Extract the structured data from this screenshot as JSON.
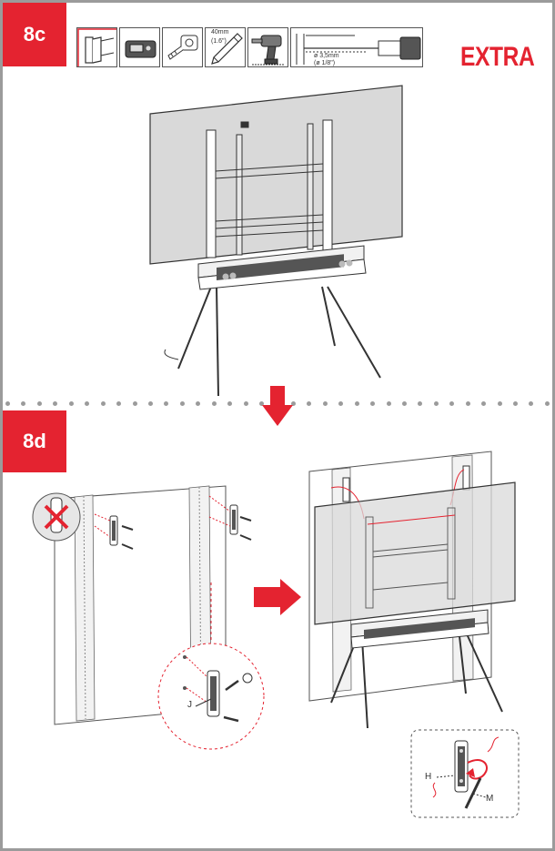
{
  "steps": {
    "top": "8c",
    "bottom": "8d"
  },
  "extra_label": "EXTRA",
  "tools": [
    {
      "icon": "wall-level-icon"
    },
    {
      "icon": "stud-finder-icon"
    },
    {
      "icon": "tape-measure-icon"
    },
    {
      "icon": "pencil-icon"
    },
    {
      "icon": "power-drill-icon"
    },
    {
      "icon": "drill-bit-spec-icon"
    }
  ],
  "drill_spec": {
    "depth_mm": "40mm",
    "depth_in": "(1.6\")",
    "diameter_mm": "ø 3,5mm",
    "diameter_in": "(ø 1/8\")"
  },
  "part_labels": {
    "j": "J",
    "h": "H",
    "m": "M"
  },
  "colors": {
    "accent": "#e42330",
    "line": "#333333",
    "frame": "#9b9b9b",
    "screen": "#d9d9d9"
  }
}
